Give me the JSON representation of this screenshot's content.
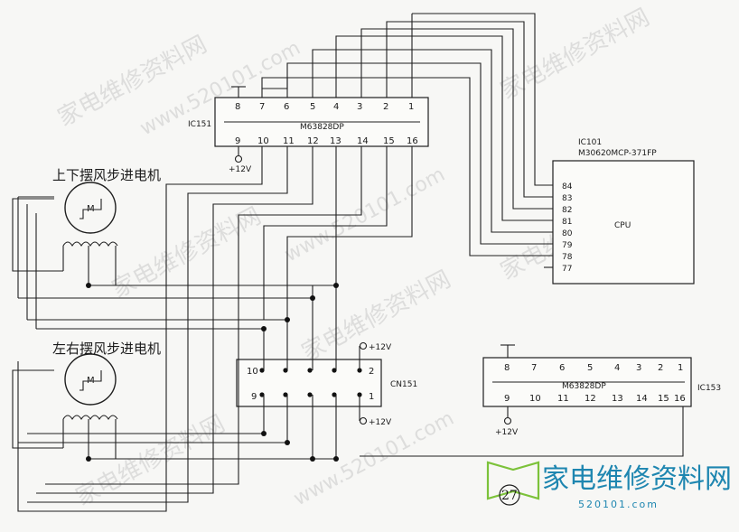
{
  "ic151": {
    "name": "IC151",
    "part": "M63828DP",
    "top_pins": [
      "8",
      "7",
      "6",
      "5",
      "4",
      "3",
      "2",
      "1"
    ],
    "bottom_pins": [
      "9",
      "10",
      "11",
      "12",
      "13",
      "14",
      "15",
      "16"
    ],
    "supply": "+12V"
  },
  "ic101": {
    "name": "IC101",
    "part": "M30620MCP-371FP",
    "core": "CPU",
    "pins": [
      "84",
      "83",
      "82",
      "81",
      "80",
      "79",
      "78",
      "77"
    ]
  },
  "ic153": {
    "name": "IC153",
    "part": "M63828DP",
    "top_pins": [
      "8",
      "7",
      "6",
      "5",
      "4",
      "3",
      "2",
      "1"
    ],
    "bottom_pins": [
      "9",
      "10",
      "11",
      "12",
      "13",
      "14",
      "15",
      "16"
    ],
    "supply": "+12V"
  },
  "cn151": {
    "name": "CN151",
    "pins": [
      "10",
      "2",
      "9",
      "1"
    ],
    "supply_top": "+12V",
    "supply_bottom": "+12V"
  },
  "motors": {
    "upper_title": "上下摆风步进电机",
    "lower_title": "左右摆风步进电机",
    "symbol": "M"
  },
  "watermark": {
    "text": "家电维修资料网",
    "url": "www.520101.com"
  },
  "brand": {
    "name": "家电维修资料网",
    "url": "520101.com",
    "page": "27"
  }
}
